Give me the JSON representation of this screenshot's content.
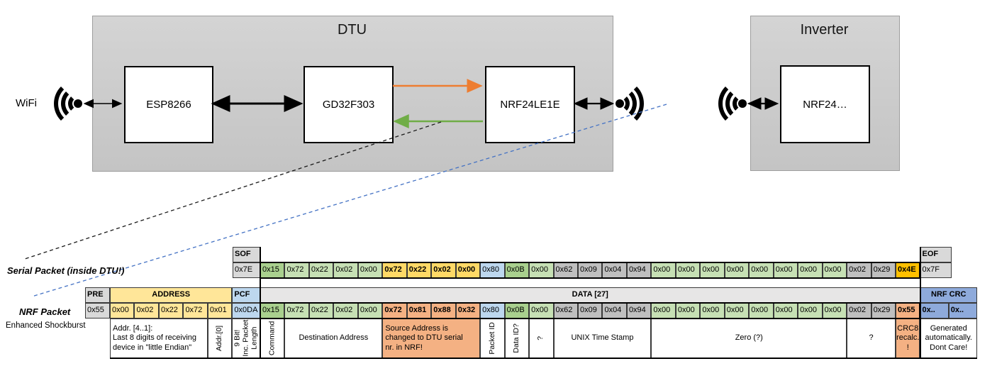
{
  "palette": {
    "g": "#D9D9D9",
    "dh": "#E7E6E6",
    "gc": "#BFBFBF",
    "ym": "#FFE699",
    "gd": "#FFD966",
    "am": "#FFC000",
    "bl": "#BDD7EE",
    "bm": "#8EAADB",
    "gm": "#A9D08E",
    "gl": "#C6E0B4",
    "or": "#F4B183",
    "orange_arrow": "#ED7D31",
    "green_arrow": "#70AD47",
    "blue_dash": "#4472C4"
  },
  "diagram": {
    "wifi_label": "WiFi",
    "dtu": {
      "title": "DTU",
      "chips": [
        "ESP8266",
        "GD32F303",
        "NRF24LE1E"
      ]
    },
    "inverter": {
      "title": "Inverter",
      "chip": "NRF24…"
    }
  },
  "serial_packet": {
    "label": "Serial Packet (inside DTU!)",
    "sof": {
      "header": "SOF",
      "value": "0x7E"
    },
    "eof": {
      "header": "EOF",
      "value": "0x7F"
    },
    "bytes": [
      {
        "v": "0x15",
        "c": "gm"
      },
      {
        "v": "0x72",
        "c": "gl"
      },
      {
        "v": "0x22",
        "c": "gl"
      },
      {
        "v": "0x02",
        "c": "gl"
      },
      {
        "v": "0x00",
        "c": "gl"
      },
      {
        "v": "0x72",
        "c": "gd",
        "b": true
      },
      {
        "v": "0x22",
        "c": "gd",
        "b": true
      },
      {
        "v": "0x02",
        "c": "gd",
        "b": true
      },
      {
        "v": "0x00",
        "c": "gd",
        "b": true
      },
      {
        "v": "0x80",
        "c": "bl"
      },
      {
        "v": "0x0B",
        "c": "gm"
      },
      {
        "v": "0x00",
        "c": "gl"
      },
      {
        "v": "0x62",
        "c": "gc"
      },
      {
        "v": "0x09",
        "c": "gc"
      },
      {
        "v": "0x04",
        "c": "gc"
      },
      {
        "v": "0x94",
        "c": "gc"
      },
      {
        "v": "0x00",
        "c": "gl"
      },
      {
        "v": "0x00",
        "c": "gl"
      },
      {
        "v": "0x00",
        "c": "gl"
      },
      {
        "v": "0x00",
        "c": "gl"
      },
      {
        "v": "0x00",
        "c": "gl"
      },
      {
        "v": "0x00",
        "c": "gl"
      },
      {
        "v": "0x00",
        "c": "gl"
      },
      {
        "v": "0x00",
        "c": "gl"
      },
      {
        "v": "0x02",
        "c": "gc"
      },
      {
        "v": "0x29",
        "c": "gc"
      },
      {
        "v": "0x4E",
        "c": "am",
        "b": true
      }
    ]
  },
  "nrf_packet": {
    "label": "NRF Packet",
    "sublabel": "Enhanced Shockburst",
    "pre": {
      "header": "PRE",
      "value": "0x55"
    },
    "address": {
      "header": "ADDRESS",
      "values": [
        "0x00",
        "0x02",
        "0x22",
        "0x72",
        "0x01"
      ]
    },
    "pcf": {
      "header": "PCF",
      "value": "0x0DA"
    },
    "data_header": "DATA [27]",
    "crc": {
      "header": "NRF CRC",
      "values": [
        "0x..",
        "0x.."
      ]
    },
    "bytes": [
      {
        "v": "0x15",
        "c": "gm"
      },
      {
        "v": "0x72",
        "c": "gl"
      },
      {
        "v": "0x22",
        "c": "gl"
      },
      {
        "v": "0x02",
        "c": "gl"
      },
      {
        "v": "0x00",
        "c": "gl"
      },
      {
        "v": "0x72",
        "c": "or",
        "b": true
      },
      {
        "v": "0x81",
        "c": "or",
        "b": true
      },
      {
        "v": "0x88",
        "c": "or",
        "b": true
      },
      {
        "v": "0x32",
        "c": "or",
        "b": true
      },
      {
        "v": "0x80",
        "c": "bl"
      },
      {
        "v": "0x0B",
        "c": "gm"
      },
      {
        "v": "0x00",
        "c": "gl"
      },
      {
        "v": "0x62",
        "c": "gc"
      },
      {
        "v": "0x09",
        "c": "gc"
      },
      {
        "v": "0x04",
        "c": "gc"
      },
      {
        "v": "0x94",
        "c": "gc"
      },
      {
        "v": "0x00",
        "c": "gl"
      },
      {
        "v": "0x00",
        "c": "gl"
      },
      {
        "v": "0x00",
        "c": "gl"
      },
      {
        "v": "0x00",
        "c": "gl"
      },
      {
        "v": "0x00",
        "c": "gl"
      },
      {
        "v": "0x00",
        "c": "gl"
      },
      {
        "v": "0x00",
        "c": "gl"
      },
      {
        "v": "0x00",
        "c": "gl"
      },
      {
        "v": "0x02",
        "c": "gc"
      },
      {
        "v": "0x29",
        "c": "gc"
      },
      {
        "v": "0x55",
        "c": "or",
        "b": true
      }
    ]
  },
  "annotations": [
    {
      "text": "Addr. [4..1]:\nLast 8 digits of receiving\ndevice in \"little Endian\"",
      "span": 4,
      "unit": "addr",
      "align": "left"
    },
    {
      "text": "Addr.[0]",
      "span": 1,
      "unit": "addr",
      "vertical": true
    },
    {
      "text": "9 Bit!\nInc. Packet\nLength",
      "span": 1,
      "unit": "pcf",
      "vertical": true
    },
    {
      "text": "Command",
      "span": 1,
      "unit": "data",
      "vertical": true
    },
    {
      "text": "Destination Address",
      "span": 4,
      "unit": "data"
    },
    {
      "text": "Source Address is\nchanged to DTU serial\nnr. in NRF!",
      "span": 4,
      "unit": "data",
      "bg": "or",
      "align": "left"
    },
    {
      "text": "Packet ID",
      "span": 1,
      "unit": "data",
      "vertical": true
    },
    {
      "text": "Data ID?",
      "span": 1,
      "unit": "data",
      "vertical": true
    },
    {
      "text": "?",
      "span": 1,
      "unit": "data",
      "vertical": true
    },
    {
      "text": "UNIX Time Stamp",
      "span": 4,
      "unit": "data"
    },
    {
      "text": "Zero (?)",
      "span": 8,
      "unit": "data"
    },
    {
      "text": "?",
      "span": 2,
      "unit": "data"
    },
    {
      "text": "CRC8\nrecalc.\n!",
      "span": 1,
      "unit": "data",
      "bg": "or"
    },
    {
      "text": "Generated\nautomatically.\nDont Care!",
      "span": 2,
      "unit": "crc"
    }
  ]
}
